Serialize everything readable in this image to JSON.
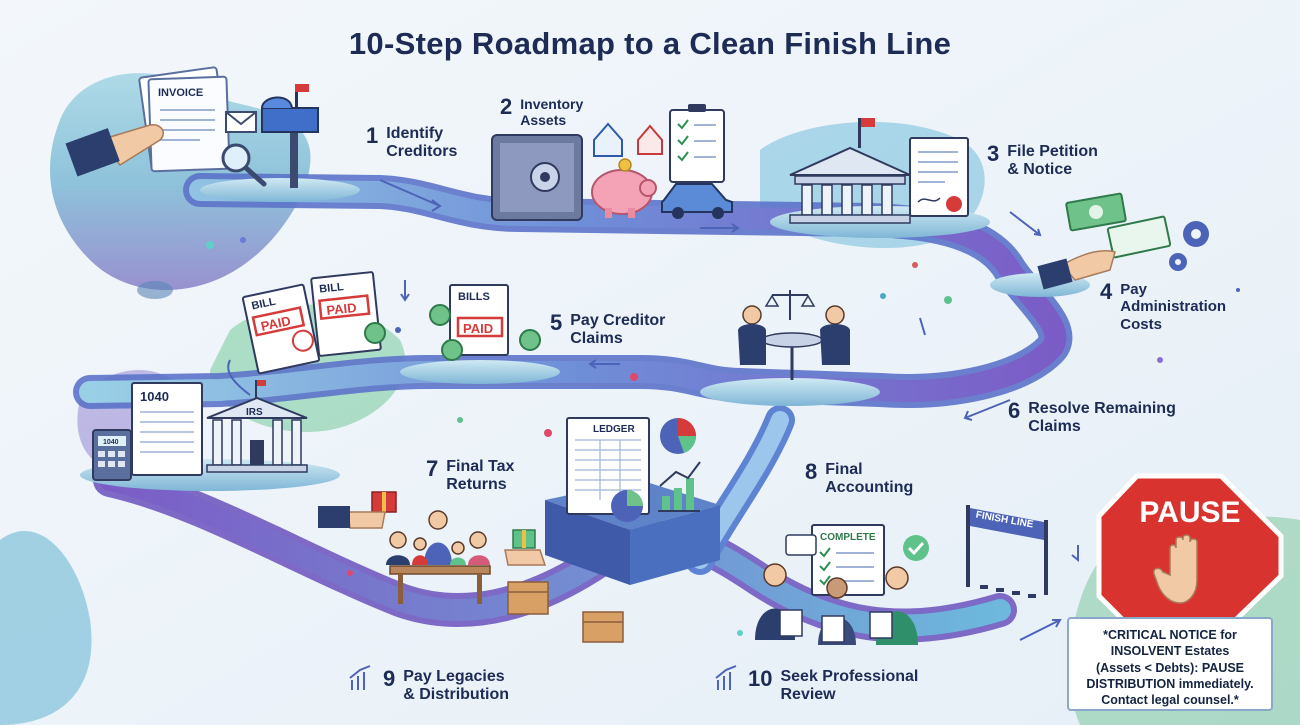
{
  "title": "10-Step Roadmap to a Clean Finish Line",
  "steps": [
    {
      "num": "1",
      "label": "Identify\nCreditors"
    },
    {
      "num": "2",
      "label": "Inventory\nAssets"
    },
    {
      "num": "3",
      "label": "File Petition\n& Notice"
    },
    {
      "num": "4",
      "label": "Pay\nAdministration\nCosts"
    },
    {
      "num": "5",
      "label": "Pay Creditor\nClaims"
    },
    {
      "num": "6",
      "label": "Resolve Remaining\nClaims"
    },
    {
      "num": "7",
      "label": "Final Tax\nReturns"
    },
    {
      "num": "8",
      "label": "Final\nAccounting"
    },
    {
      "num": "9",
      "label": "Pay Legacies\n& Distribution"
    },
    {
      "num": "10",
      "label": "Seek Professional\nReview"
    }
  ],
  "illustration_labels": {
    "invoice": "INVOICE",
    "bill_1": "BILL",
    "bill_2": "BILL",
    "bills": "BILLS",
    "paid": "PAID",
    "form_1040": "1040",
    "calculator": "1040",
    "irs": "IRS",
    "ledger": "LEDGER",
    "complete": "COMPLETE",
    "finish_line": "FINISH LINE",
    "pause": "PAUSE"
  },
  "notice": "*CRITICAL NOTICE for\nINSOLVENT Estates\n(Assets < Debts): PAUSE\nDISTRIBUTION immediately.\nContact legal counsel.*",
  "colors": {
    "title": "#1d2b55",
    "road": "#4f6fc4",
    "road_top": "#8fb6e8",
    "accent_green": "#3fae6a",
    "accent_purple": "#6a4bb8",
    "stamp_red": "#d63b3b",
    "pause_red": "#d9332f"
  }
}
